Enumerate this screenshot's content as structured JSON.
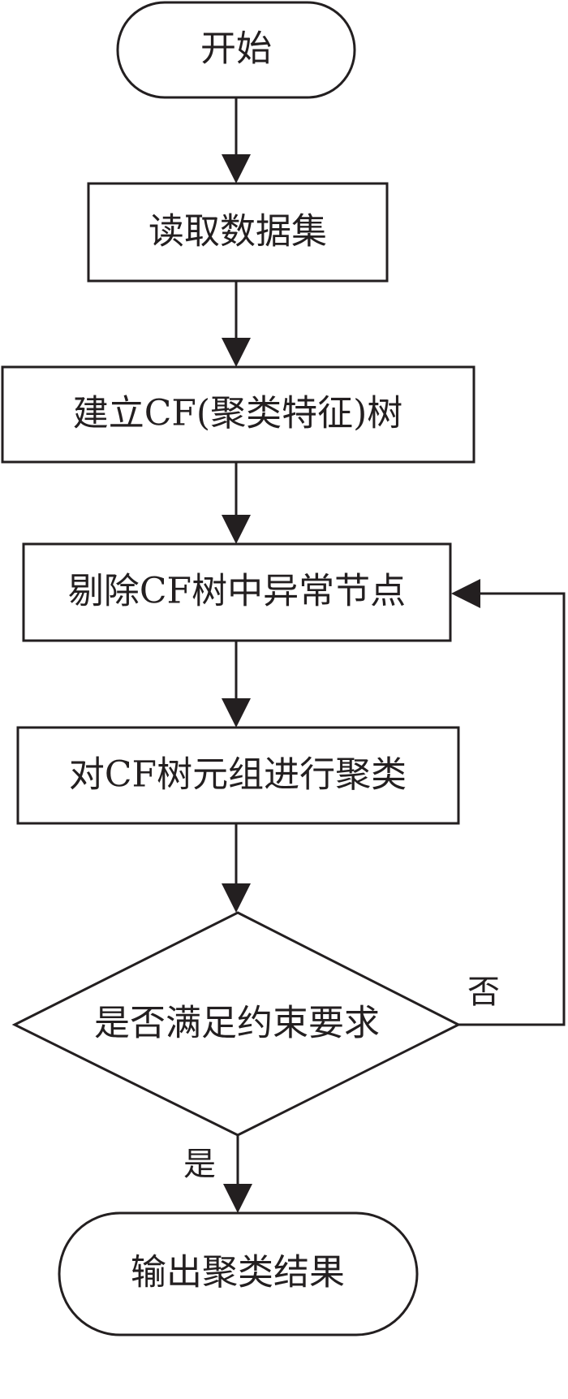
{
  "nodes": {
    "start": "开始",
    "read_dataset": "读取数据集",
    "build_cf_tree": "建立CF(聚类特征)树",
    "remove_outliers": "剔除CF树中异常节点",
    "cluster_tuples": "对CF树元组进行聚类",
    "check_constraints": "是否满足约束要求",
    "output_results": "输出聚类结果"
  },
  "branches": {
    "no": "否",
    "yes": "是"
  },
  "colors": {
    "line": "#231f20",
    "background": "#ffffff"
  }
}
